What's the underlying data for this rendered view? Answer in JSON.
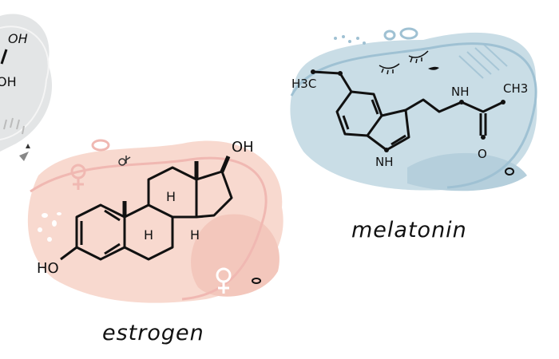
{
  "illustration": {
    "molecules": [
      {
        "name": "estrogen",
        "label": "estrogen",
        "blob_color": "#f8d9cf",
        "blob_outline": "#f0b8b2",
        "atoms": {
          "top_right": "OH",
          "left": "HO",
          "h1": "H",
          "h2": "H",
          "h3": "H"
        }
      },
      {
        "name": "melatonin",
        "label": "melatonin",
        "blob_color": "#c9dde6",
        "blob_outline": "#9fc1d3",
        "atoms": {
          "methyl_left": "H3C",
          "amide_nh": "NH",
          "methyl_right": "CH3",
          "ring_nh": "NH",
          "oxygen": "O"
        }
      },
      {
        "name": "partial-molecule",
        "blob_color": "#e3e5e6",
        "atoms": {
          "top": "OH",
          "bottom": "OH"
        }
      }
    ],
    "icons": [
      "female-symbol-icon",
      "female-symbol-icon",
      "venus-mars-symbol-icon",
      "closed-eye-icon",
      "closed-eye-icon"
    ]
  }
}
